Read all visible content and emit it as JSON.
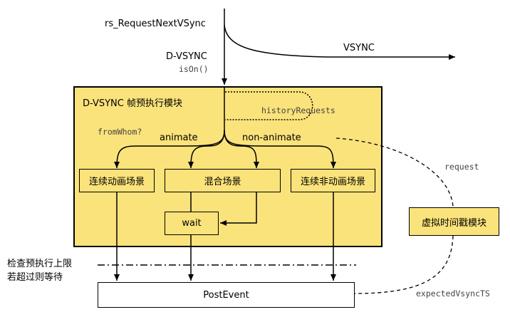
{
  "labels": {
    "rs_request": "rs_RequestNextVSync",
    "dvsync": "D-VSYNC",
    "ison": "isOn()",
    "vsync": "VSYNC",
    "module_title": "D-VSYNC 帧预执行模块",
    "history_requests": "historyRequests",
    "from_whom": "fromWhom?",
    "animate": "animate",
    "non_animate": "non-animate",
    "request": "request",
    "expected_vsync_ts": "expectedVsyncTS",
    "check_limit_line1": "检查预执行上限",
    "check_limit_line2": "若超过则等待"
  },
  "boxes": {
    "continuous_animation": "连续动画场景",
    "mixed": "混合场景",
    "continuous_non_animation": "连续非动画场景",
    "wait": "wait",
    "virtual_timestamp": "虚拟时间戳模块",
    "post_event": "PostEvent"
  },
  "colors": {
    "module_fill": "#fbe37b",
    "stroke": "#000000",
    "background": "#ffffff"
  }
}
